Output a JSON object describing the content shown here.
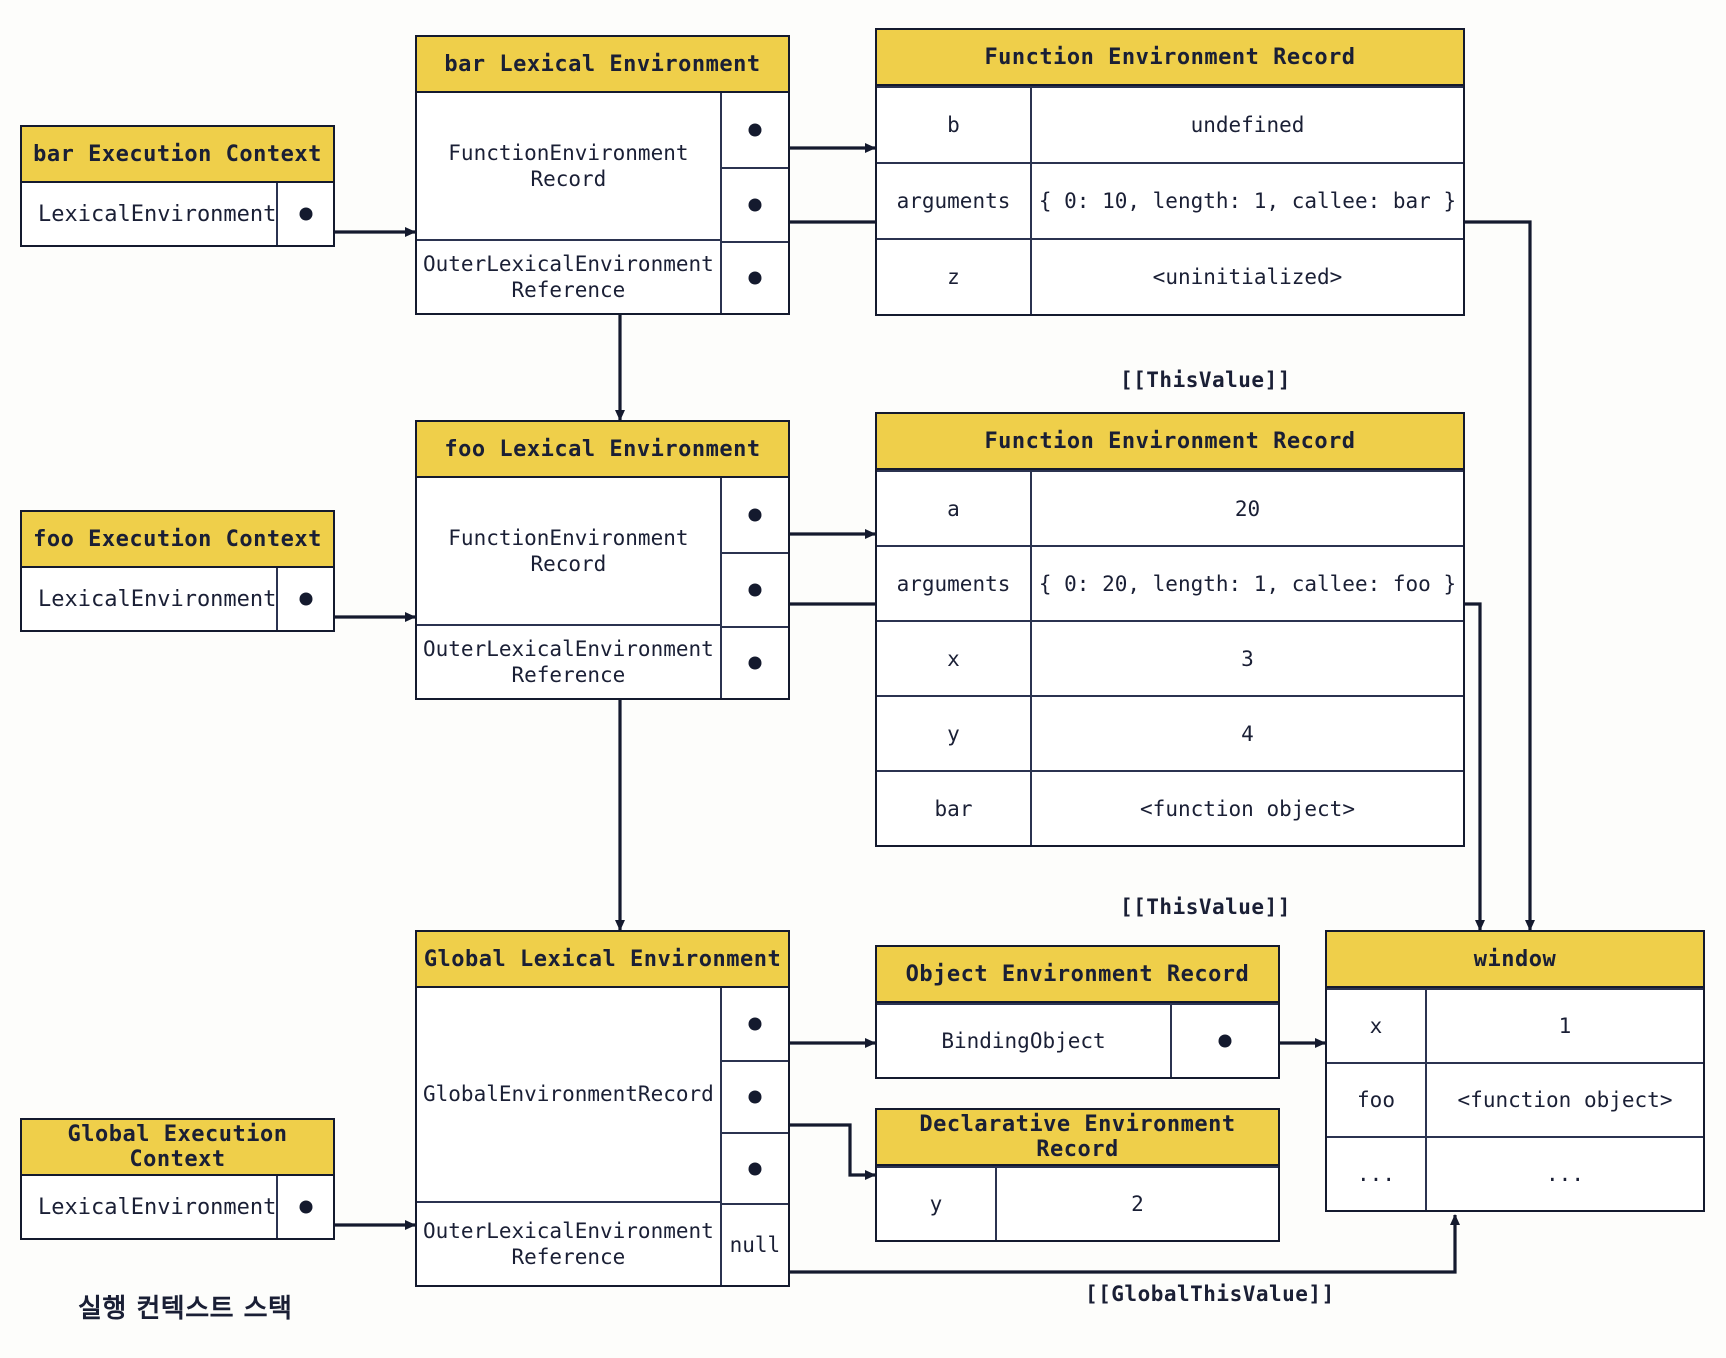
{
  "diagram": {
    "caption_korean": "실행 컨텍스트 스택",
    "accent_color": "#efcf4a",
    "line_color": "#141a2e"
  },
  "execution_contexts": [
    {
      "title": "bar Execution Context",
      "field": "LexicalEnvironment"
    },
    {
      "title": "foo Execution Context",
      "field": "LexicalEnvironment"
    },
    {
      "title": "Global Execution Context",
      "field": "LexicalEnvironment"
    }
  ],
  "lexical_environments": [
    {
      "title": "bar Lexical Environment",
      "record_label": "FunctionEnvironment\nRecord",
      "record_label_line1": "FunctionEnvironment",
      "record_label_line2": "Record",
      "outer_label_line1": "OuterLexicalEnvironment",
      "outer_label_line2": "Reference",
      "outer_value": ""
    },
    {
      "title": "foo Lexical Environment",
      "record_label_line1": "FunctionEnvironment",
      "record_label_line2": "Record",
      "outer_label_line1": "OuterLexicalEnvironment",
      "outer_label_line2": "Reference",
      "outer_value": ""
    },
    {
      "title": "Global Lexical Environment",
      "record_label_line1": "GlobalEnvironmentRecord",
      "record_label_line2": "",
      "outer_label_line1": "OuterLexicalEnvironment",
      "outer_label_line2": "Reference",
      "outer_value": "null"
    }
  ],
  "records": {
    "bar_function_record": {
      "title": "Function Environment Record",
      "rows": [
        {
          "key": "b",
          "value": "undefined"
        },
        {
          "key": "arguments",
          "value": "{ 0: 10, length: 1, callee: bar }"
        },
        {
          "key": "z",
          "value": "<uninitialized>"
        }
      ]
    },
    "foo_function_record": {
      "title": "Function Environment Record",
      "rows": [
        {
          "key": "a",
          "value": "20"
        },
        {
          "key": "arguments",
          "value": "{ 0: 20, length: 1, callee: foo }"
        },
        {
          "key": "x",
          "value": "3"
        },
        {
          "key": "y",
          "value": "4"
        },
        {
          "key": "bar",
          "value": "<function object>"
        }
      ]
    },
    "object_environment_record": {
      "title": "Object Environment Record",
      "rows": [
        {
          "key": "BindingObject",
          "value": ""
        }
      ]
    },
    "declarative_environment_record": {
      "title": "Declarative Environment Record",
      "rows": [
        {
          "key": "y",
          "value": "2"
        }
      ]
    },
    "window_object": {
      "title": "window",
      "rows": [
        {
          "key": "x",
          "value": "1"
        },
        {
          "key": "foo",
          "value": "<function object>"
        },
        {
          "key": "...",
          "value": "..."
        }
      ]
    }
  },
  "edge_labels": {
    "this_value_bar": "[[ThisValue]]",
    "this_value_foo": "[[ThisValue]]",
    "global_this_value": "[[GlobalThisValue]]"
  }
}
